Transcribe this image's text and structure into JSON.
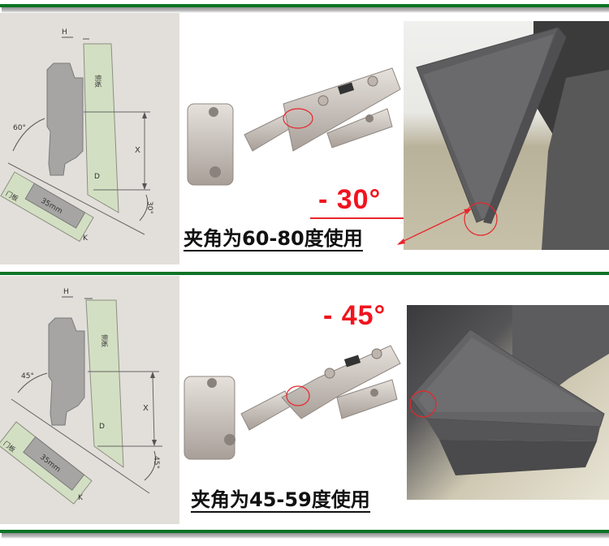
{
  "theme": {
    "accent_green": "#0c7427",
    "red": "#f0141e",
    "diagram_bg": "#e2dfda",
    "panel_green": "#d3dfc2",
    "hinge_gray": "#a6a5a4"
  },
  "sections": [
    {
      "diagram": {
        "dim_h": "H",
        "side_panel_label": "侧板",
        "door_panel_label": "门板",
        "cup_label": "35mm",
        "dim_x": "X",
        "dim_d": "D",
        "dim_k": "K",
        "open_angle": "60°",
        "mount_angle": "30°"
      },
      "angle_label": "- 30°",
      "caption": "夹角为60-80度使用"
    },
    {
      "diagram": {
        "dim_h": "H",
        "side_panel_label": "侧板",
        "door_panel_label": "门板",
        "cup_label": "35mm",
        "dim_x": "X",
        "dim_d": "D",
        "dim_k": "K",
        "open_angle": "45°",
        "mount_angle": "45°"
      },
      "angle_label": "- 45°",
      "caption": "夹角为45-59度使用"
    }
  ]
}
